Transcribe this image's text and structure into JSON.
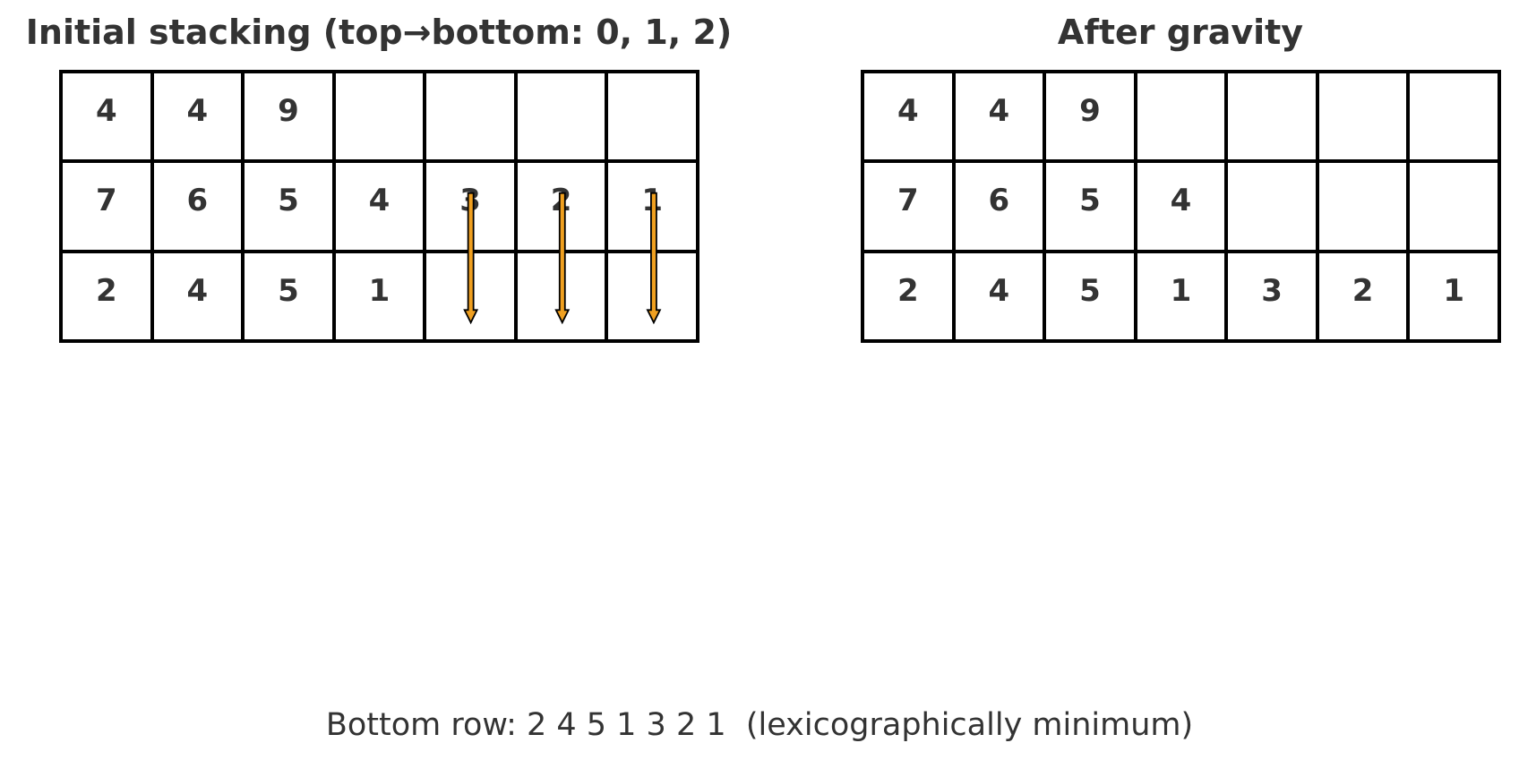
{
  "panels": [
    {
      "title": "Initial stacking (top→bottom: 0, 1, 2)",
      "rows": [
        [
          "4",
          "4",
          "9",
          "",
          "",
          "",
          ""
        ],
        [
          "7",
          "6",
          "5",
          "4",
          "3",
          "2",
          "1"
        ],
        [
          "2",
          "4",
          "5",
          "1",
          "",
          "",
          ""
        ]
      ],
      "falling_columns": [
        4,
        5,
        6
      ]
    },
    {
      "title": "After gravity",
      "rows": [
        [
          "4",
          "4",
          "9",
          "",
          "",
          "",
          ""
        ],
        [
          "7",
          "6",
          "5",
          "4",
          "",
          "",
          ""
        ],
        [
          "2",
          "4",
          "5",
          "1",
          "3",
          "2",
          "1"
        ]
      ]
    }
  ],
  "caption": "Bottom row: 2 4 5 1 3 2 1  (lexicographically minimum)",
  "colors": {
    "text": "#333333",
    "grid_line": "#000000",
    "arrow_fill": "#f0a020",
    "arrow_stroke": "#000000"
  }
}
